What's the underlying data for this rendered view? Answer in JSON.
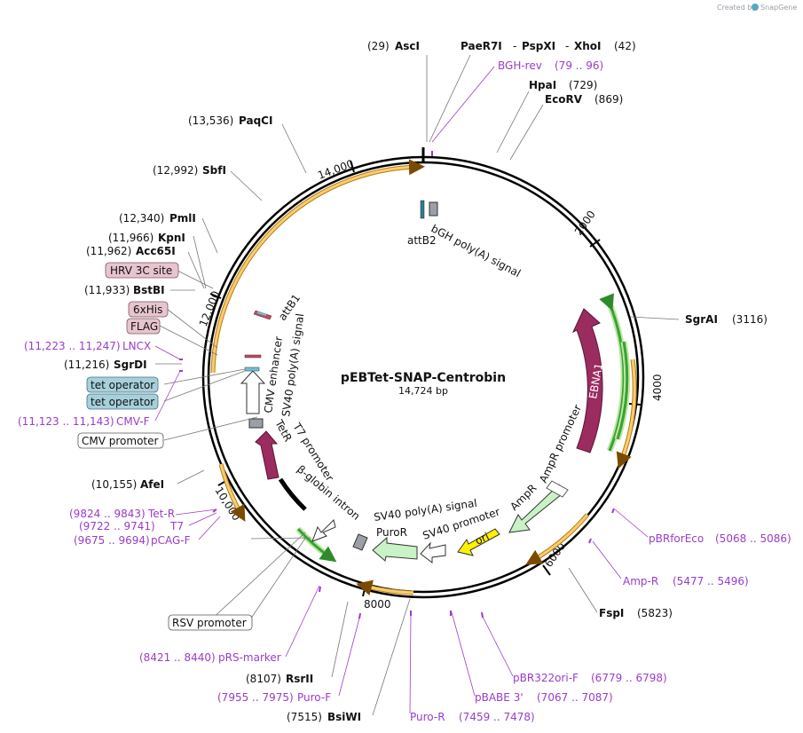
{
  "credit": {
    "created_by": "Created by",
    "brand": "SnapGene"
  },
  "plasmid": {
    "name": "pEBTet-SNAP-Centrobin",
    "size": "14,724 bp"
  },
  "ticks": [
    "2000",
    "4000",
    "6000",
    "8000",
    "10,000",
    "12,000",
    "14,000"
  ],
  "enzymes": [
    {
      "pos": "(29)",
      "name": "AscI"
    },
    {
      "name": "PaeR7I"
    },
    {
      "name": "PspXI"
    },
    {
      "name": "XhoI",
      "pos": "(42)"
    },
    {
      "name": "HpaI",
      "pos": "(729)"
    },
    {
      "name": "EcoRV",
      "pos": "(869)"
    },
    {
      "name": "SgrAI",
      "pos": "(3116)"
    },
    {
      "name": "FspI",
      "pos": "(5823)"
    },
    {
      "pos": "(7515)",
      "name": "BsiWI"
    },
    {
      "pos": "(8107)",
      "name": "RsrII"
    },
    {
      "pos": "(10,155)",
      "name": "AfeI"
    },
    {
      "pos": "(11,216)",
      "name": "SgrDI"
    },
    {
      "pos": "(11,933)",
      "name": "BstBI"
    },
    {
      "pos": "(11,962)",
      "name": "Acc65I"
    },
    {
      "pos": "(11,966)",
      "name": "KpnI"
    },
    {
      "pos": "(12,340)",
      "name": "PmlI"
    },
    {
      "pos": "(12,992)",
      "name": "SbfI"
    },
    {
      "pos": "(13,536)",
      "name": "PaqCI"
    }
  ],
  "dashes": [
    "-",
    "-"
  ],
  "primers": [
    {
      "name": "BGH-rev",
      "range": "(79 .. 96)"
    },
    {
      "name": "pBRforEco",
      "range": "(5068 .. 5086)"
    },
    {
      "name": "Amp-R",
      "range": "(5477 .. 5496)"
    },
    {
      "name": "pBR322ori-F",
      "range": "(6779 .. 6798)"
    },
    {
      "name": "pBABE 3'",
      "range": "(7067 .. 7087)"
    },
    {
      "name": "Puro-R",
      "range": "(7459 .. 7478)"
    },
    {
      "name": "Puro-F",
      "range": "(7955 .. 7975)"
    },
    {
      "name": "pRS-marker",
      "range": "(8421 .. 8440)"
    },
    {
      "name": "Tet-R",
      "range": "(9824 .. 9843)"
    },
    {
      "name": "T7",
      "range": "(9722 .. 9741)"
    },
    {
      "name": "pCAG-F",
      "range": "(9675 .. 9694)"
    },
    {
      "name": "CMV-F",
      "range": "(11,123 .. 11,143)"
    },
    {
      "name": "LNCX",
      "range": "(11,223 .. 11,247)"
    }
  ],
  "boxed_labels": [
    {
      "text": "HRV 3C site",
      "fill": "#e8c4cf"
    },
    {
      "text": "6xHis",
      "fill": "#e8c4cf"
    },
    {
      "text": "FLAG",
      "fill": "#e8c4cf"
    },
    {
      "text": "tet operator",
      "fill": "#a6d0dc"
    },
    {
      "text": "tet operator",
      "fill": "#a6d0dc"
    },
    {
      "text": "CMV promoter",
      "fill": "#ffffff"
    },
    {
      "text": "RSV promoter",
      "fill": "#ffffff"
    }
  ],
  "features": {
    "attB2": "attB2",
    "bgh": "bGH poly(A) signal",
    "ebna1": "EBNA1",
    "ampr_promoter": "AmpR promoter",
    "ampr": "AmpR",
    "ori": "ori",
    "sv40_promoter": "SV40 promoter",
    "puror": "PuroR",
    "sv40_polya": "SV40 poly(A) signal",
    "bglobin": "β-globin intron",
    "t7_promoter": "T7 promoter",
    "tetr": "TetR",
    "cmv_enhancer": "CMV enhancer",
    "sv40_polya2": "SV40 poly(A) signal",
    "attB1": "attB1"
  },
  "colors": {
    "primer": "#9a3cc8",
    "orange_feature": "#f2b13c",
    "green_feature": "#35a334",
    "maroon_feature": "#9b2c5f",
    "light_green": "#c9f2c6",
    "ori_yellow": "#fff200"
  }
}
